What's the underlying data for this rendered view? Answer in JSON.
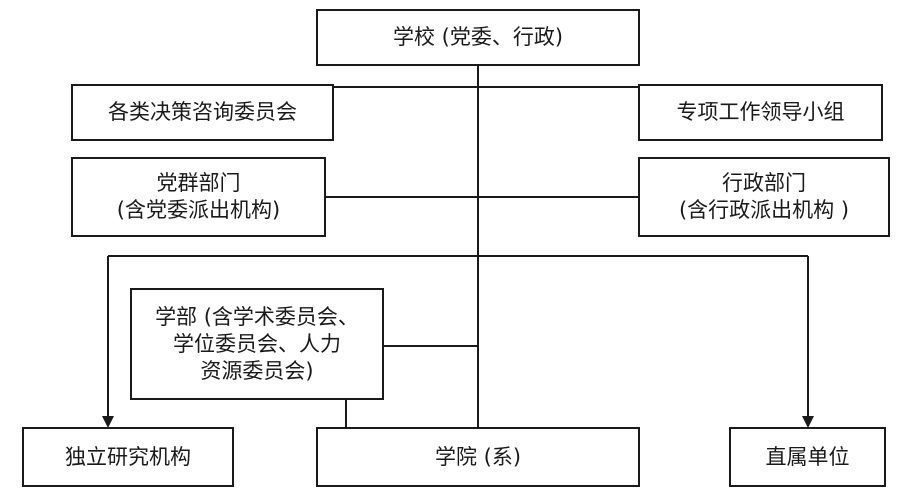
{
  "nodes": {
    "school": "学校 (党委、行政)",
    "advisory": "各类决策咨询委员会",
    "leading_groups": "专项工作领导小组",
    "party_dept": {
      "line1": "党群部门",
      "line2": "(含党委派出机构)"
    },
    "admin_dept": {
      "line1": "行政部门",
      "line2": "(含行政派出机构 )"
    },
    "faculty": {
      "line1": "学部 (含学术委员会、",
      "line2": "学位委员会、人力",
      "line3": "资源委员会)"
    },
    "institutes": "独立研究机构",
    "college": "学院 (系)",
    "direct_units": "直属单位"
  },
  "colors": {
    "stroke": "#1a1a1a",
    "background": "#ffffff"
  }
}
